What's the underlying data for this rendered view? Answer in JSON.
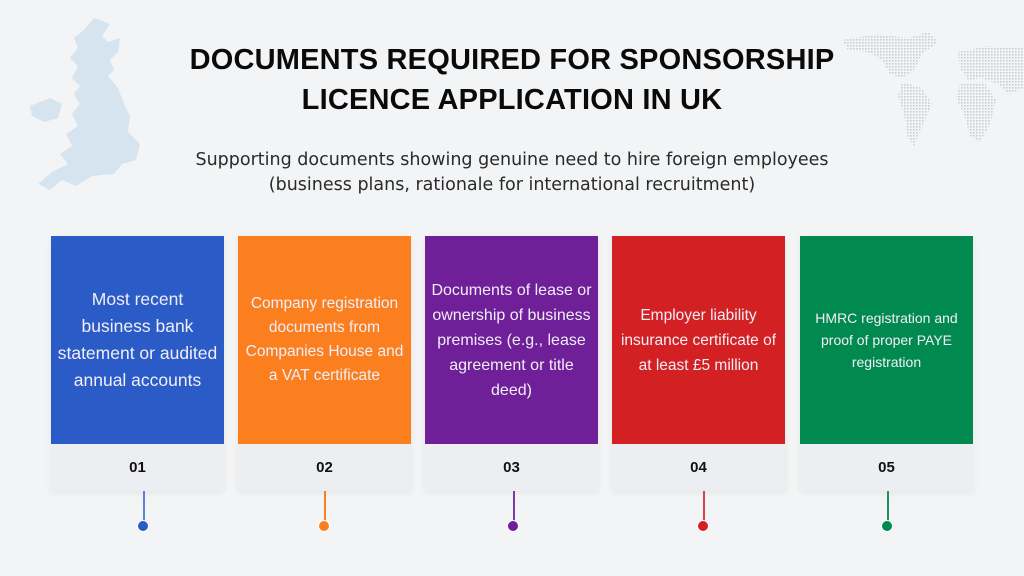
{
  "title": {
    "line1": "DOCUMENTS REQUIRED FOR SPONSORSHIP",
    "line2": "LICENCE APPLICATION IN UK"
  },
  "subtitle": {
    "line1": "Supporting documents showing genuine need to hire foreign employees",
    "line2": "(business plans, rationale for international recruitment)"
  },
  "decorations": {
    "left": "uk-map",
    "right": "dotted-world-map"
  },
  "cards": [
    {
      "number": "01",
      "text": "Most recent business bank statement or audited annual accounts",
      "color": "#2a5bc6"
    },
    {
      "number": "02",
      "text": "Company registration documents from Companies House and a VAT certificate",
      "color": "#fb7f1f"
    },
    {
      "number": "03",
      "text": "Documents of lease or ownership of business premises (e.g., lease agreement or title deed)",
      "color": "#6f1f97"
    },
    {
      "number": "04",
      "text": "Employer liability insurance certificate of at least £5 million",
      "color": "#d32023"
    },
    {
      "number": "05",
      "text": "HMRC registration and proof of proper PAYE registration",
      "color": "#018a4f"
    }
  ]
}
